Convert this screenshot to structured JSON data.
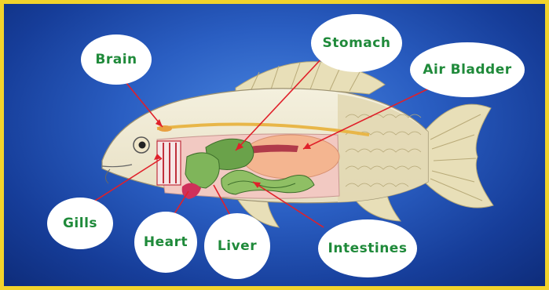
{
  "labels": {
    "brain": "Brain",
    "stomach": "Stomach",
    "air_bladder": "Air Bladder",
    "gills": "Gills",
    "heart": "Heart",
    "liver": "Liver",
    "intestines": "Intestines"
  },
  "colors": {
    "background": "#2a5ec2",
    "border": "#f2d32b",
    "label_text": "#1f8a3a",
    "pointer": "#e0202a"
  }
}
